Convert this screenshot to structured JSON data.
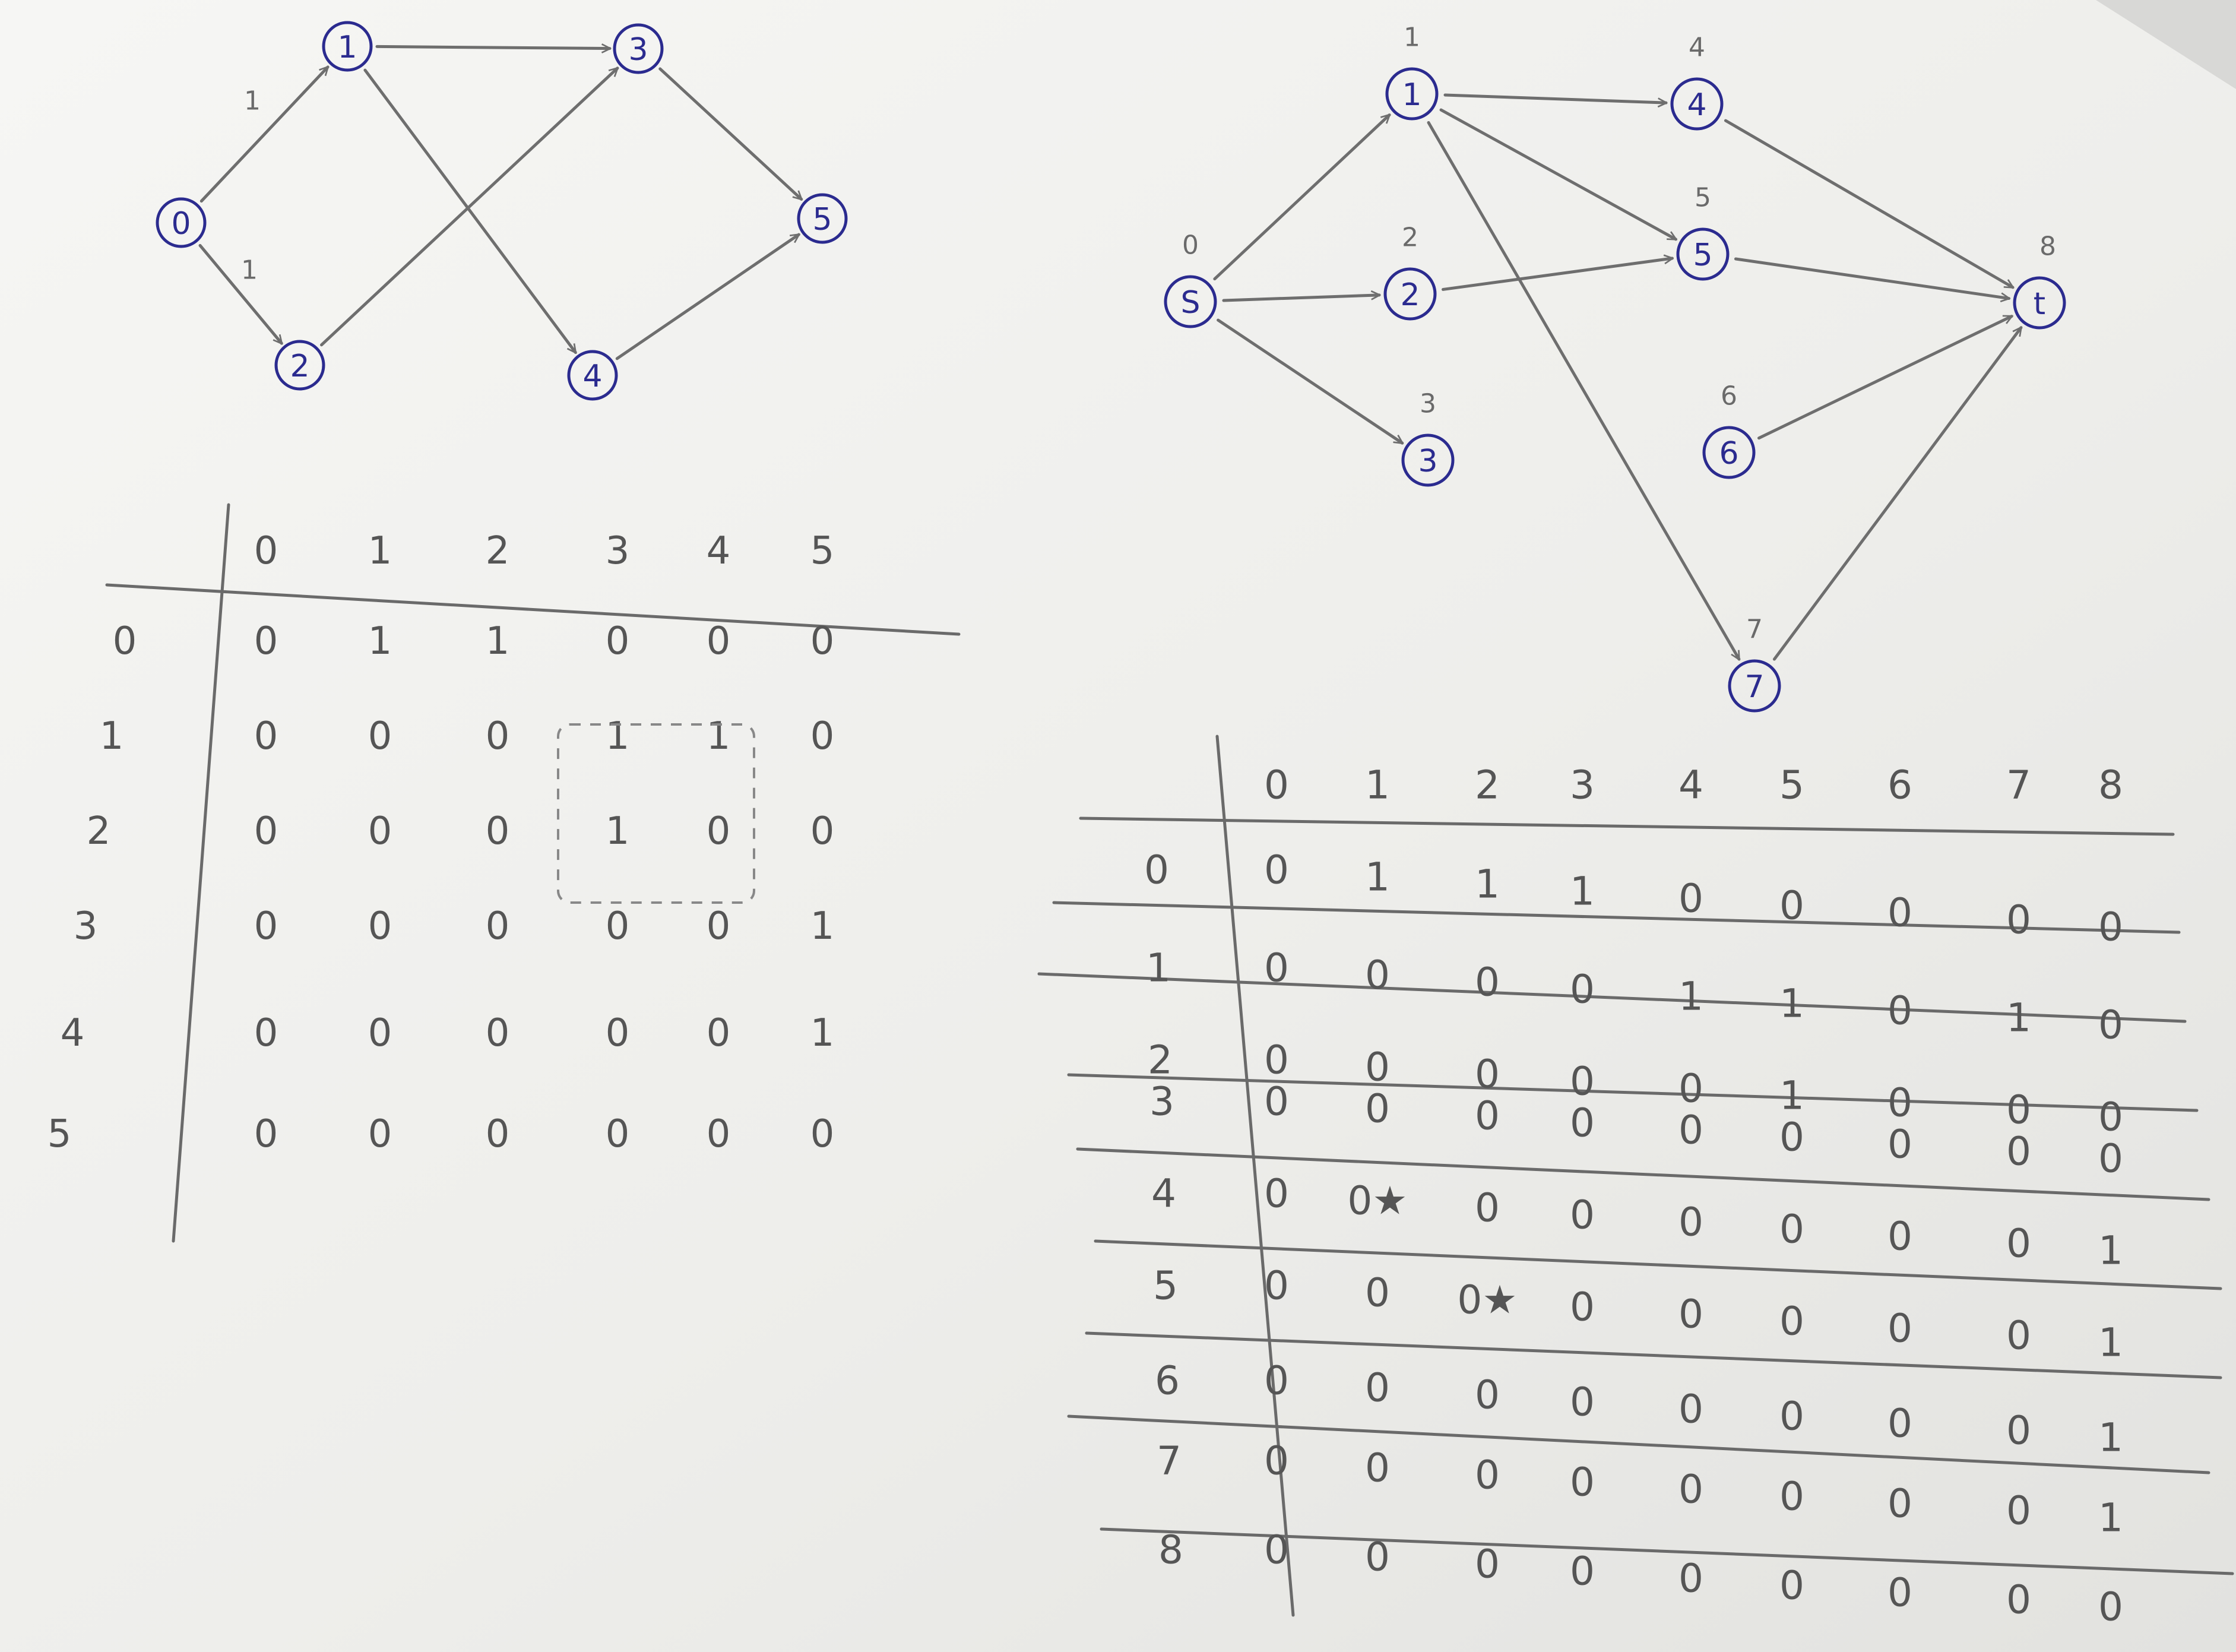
{
  "graph1": {
    "nodes": [
      "0",
      "1",
      "2",
      "3",
      "4",
      "5"
    ],
    "edge_labels": [
      "1",
      "1"
    ],
    "headers": [
      "0",
      "1",
      "2",
      "3",
      "4",
      "5"
    ],
    "rows": [
      [
        "0",
        "1",
        "1",
        "0",
        "0",
        "0"
      ],
      [
        "0",
        "0",
        "0",
        "1",
        "1",
        "0"
      ],
      [
        "0",
        "0",
        "0",
        "1",
        "0",
        "0"
      ],
      [
        "0",
        "0",
        "0",
        "0",
        "0",
        "1"
      ],
      [
        "0",
        "0",
        "0",
        "0",
        "0",
        "1"
      ],
      [
        "0",
        "0",
        "0",
        "0",
        "0",
        "0"
      ]
    ]
  },
  "graph2": {
    "nodes": [
      "S",
      "1",
      "2",
      "3",
      "4",
      "5",
      "6",
      "7",
      "t"
    ],
    "distances": [
      "0",
      "1",
      "2",
      "3",
      "4",
      "5",
      "6",
      "7",
      "8"
    ],
    "headers": [
      "0",
      "1",
      "2",
      "3",
      "4",
      "5",
      "6",
      "7",
      "8"
    ],
    "rows": [
      [
        "0",
        "1",
        "1",
        "1",
        "0",
        "0",
        "0",
        "0",
        "0"
      ],
      [
        "0",
        "0",
        "0",
        "0",
        "1",
        "1",
        "0",
        "1",
        "0"
      ],
      [
        "0",
        "0",
        "0",
        "0",
        "0",
        "1",
        "0",
        "0",
        "0"
      ],
      [
        "0",
        "0",
        "0",
        "0",
        "0",
        "0",
        "0",
        "0",
        "0"
      ],
      [
        "0",
        "0★",
        "0",
        "0",
        "0",
        "0",
        "0",
        "0",
        "1"
      ],
      [
        "0",
        "0",
        "0★",
        "0",
        "0",
        "0",
        "0",
        "0",
        "1"
      ],
      [
        "0",
        "0",
        "0",
        "0",
        "0",
        "0",
        "0",
        "0",
        "1"
      ],
      [
        "0",
        "0",
        "0",
        "0",
        "0",
        "0",
        "0",
        "0",
        "1"
      ],
      [
        "0",
        "0",
        "0",
        "0",
        "0",
        "0",
        "0",
        "0",
        "0"
      ]
    ]
  },
  "colors": {
    "paper": "#f2f2ef",
    "pencil": "#6e6e6e",
    "ink": "#2b2b8f"
  }
}
